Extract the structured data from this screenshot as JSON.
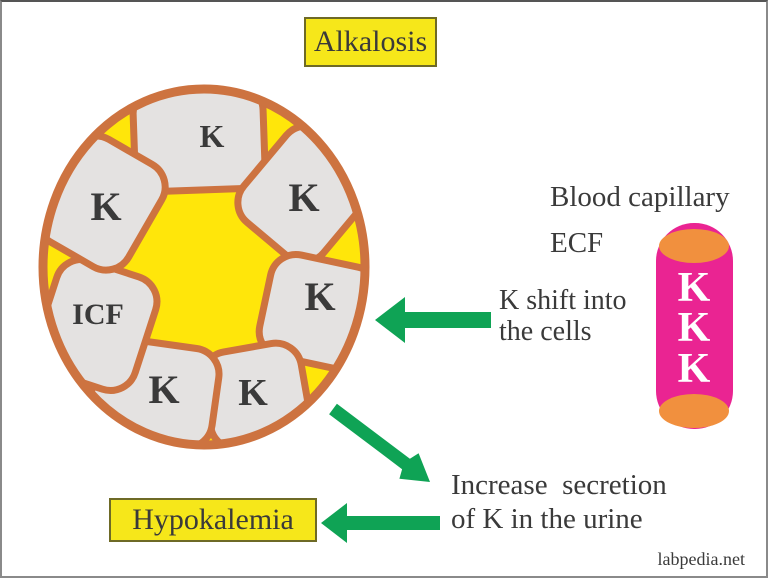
{
  "diagram": {
    "title_label": "Alkalosis",
    "result_label": "Hypokalemia",
    "watermark": "labpedia.net",
    "cell": {
      "icf_label": "ICF",
      "k_labels": [
        "K",
        "K",
        "K",
        "K",
        "K",
        "K"
      ],
      "membrane_color": "#cd7340",
      "cytoplasm_color": "#ffe60a",
      "vesicle_color": "#e4e2e1"
    },
    "capillary": {
      "label": "Blood capillary",
      "ecf_label": "ECF",
      "k_letters": [
        "K",
        "K",
        "K"
      ],
      "body_color": "#ea2492",
      "end_color": "#f1903e"
    },
    "annotations": {
      "k_shift": "K shift into\nthe cells",
      "k_secretion": "Increase  secretion\nof K in the urine"
    },
    "arrow_color": "#0fa355",
    "label_box_color": "#f6e71a"
  }
}
